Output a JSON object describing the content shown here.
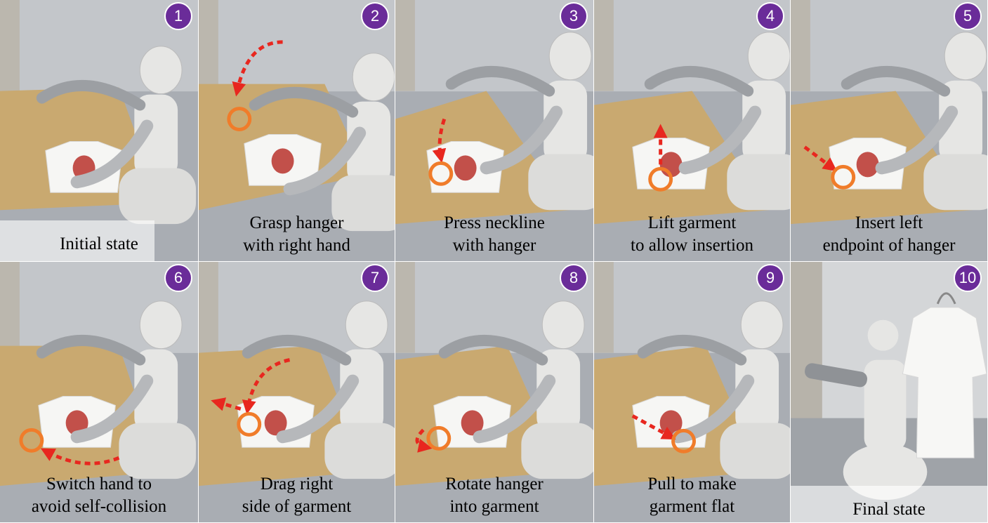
{
  "panels": [
    {
      "number": "1",
      "caption": [
        "Initial state"
      ]
    },
    {
      "number": "2",
      "caption": [
        "Grasp hanger",
        "with right hand"
      ]
    },
    {
      "number": "3",
      "caption": [
        "Press neckline",
        "with hanger"
      ]
    },
    {
      "number": "4",
      "caption": [
        "Lift garment",
        "to allow insertion"
      ]
    },
    {
      "number": "5",
      "caption": [
        "Insert left",
        "endpoint of hanger"
      ]
    },
    {
      "number": "6",
      "caption": [
        "Switch hand to",
        "avoid self-collision"
      ]
    },
    {
      "number": "7",
      "caption": [
        "Drag right",
        "side of garment"
      ]
    },
    {
      "number": "8",
      "caption": [
        "Rotate hanger",
        "into garment"
      ]
    },
    {
      "number": "9",
      "caption": [
        "Pull to make",
        "garment flat"
      ]
    },
    {
      "number": "10",
      "caption": [
        "Final state"
      ]
    }
  ],
  "colors": {
    "badge": "#6a2c99",
    "arrow": "#e8271f",
    "circle": "#f07c2a",
    "table": "#c9a970",
    "floor": "#a9adb3",
    "robot": "#e6e6e4"
  }
}
